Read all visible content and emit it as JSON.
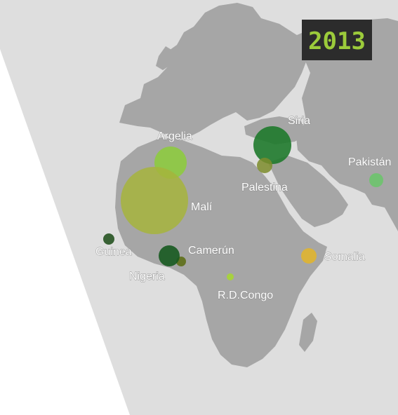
{
  "year_badge": {
    "text": "2013",
    "background": "#2c2c2c",
    "text_color": "#9ccb3b"
  },
  "colors": {
    "page_background": "#ffffff",
    "panel_background": "#dedede",
    "land": "#a6a6a6",
    "label_fill": "#ffffff",
    "label_outline": "#8a8a8a"
  },
  "places": [
    {
      "label": "Argelia",
      "color": "#8ccc3a"
    },
    {
      "label": "Malí",
      "color": "#a6b43c"
    },
    {
      "label": "Siria",
      "color": "#1f7a2c"
    },
    {
      "label": "Palestina",
      "color": "#7d8c2b"
    },
    {
      "label": "Pakistán",
      "color": "#6dc46d"
    },
    {
      "label": "Guinea",
      "color": "#2e5a2a"
    },
    {
      "label": "Camerún",
      "color": "#5e6f18"
    },
    {
      "label": "Nigeria",
      "color": "#175a20"
    },
    {
      "label": "R.D.Congo",
      "color": "#a7d13f"
    },
    {
      "label": "Somalia",
      "color": "#e0b530"
    }
  ]
}
